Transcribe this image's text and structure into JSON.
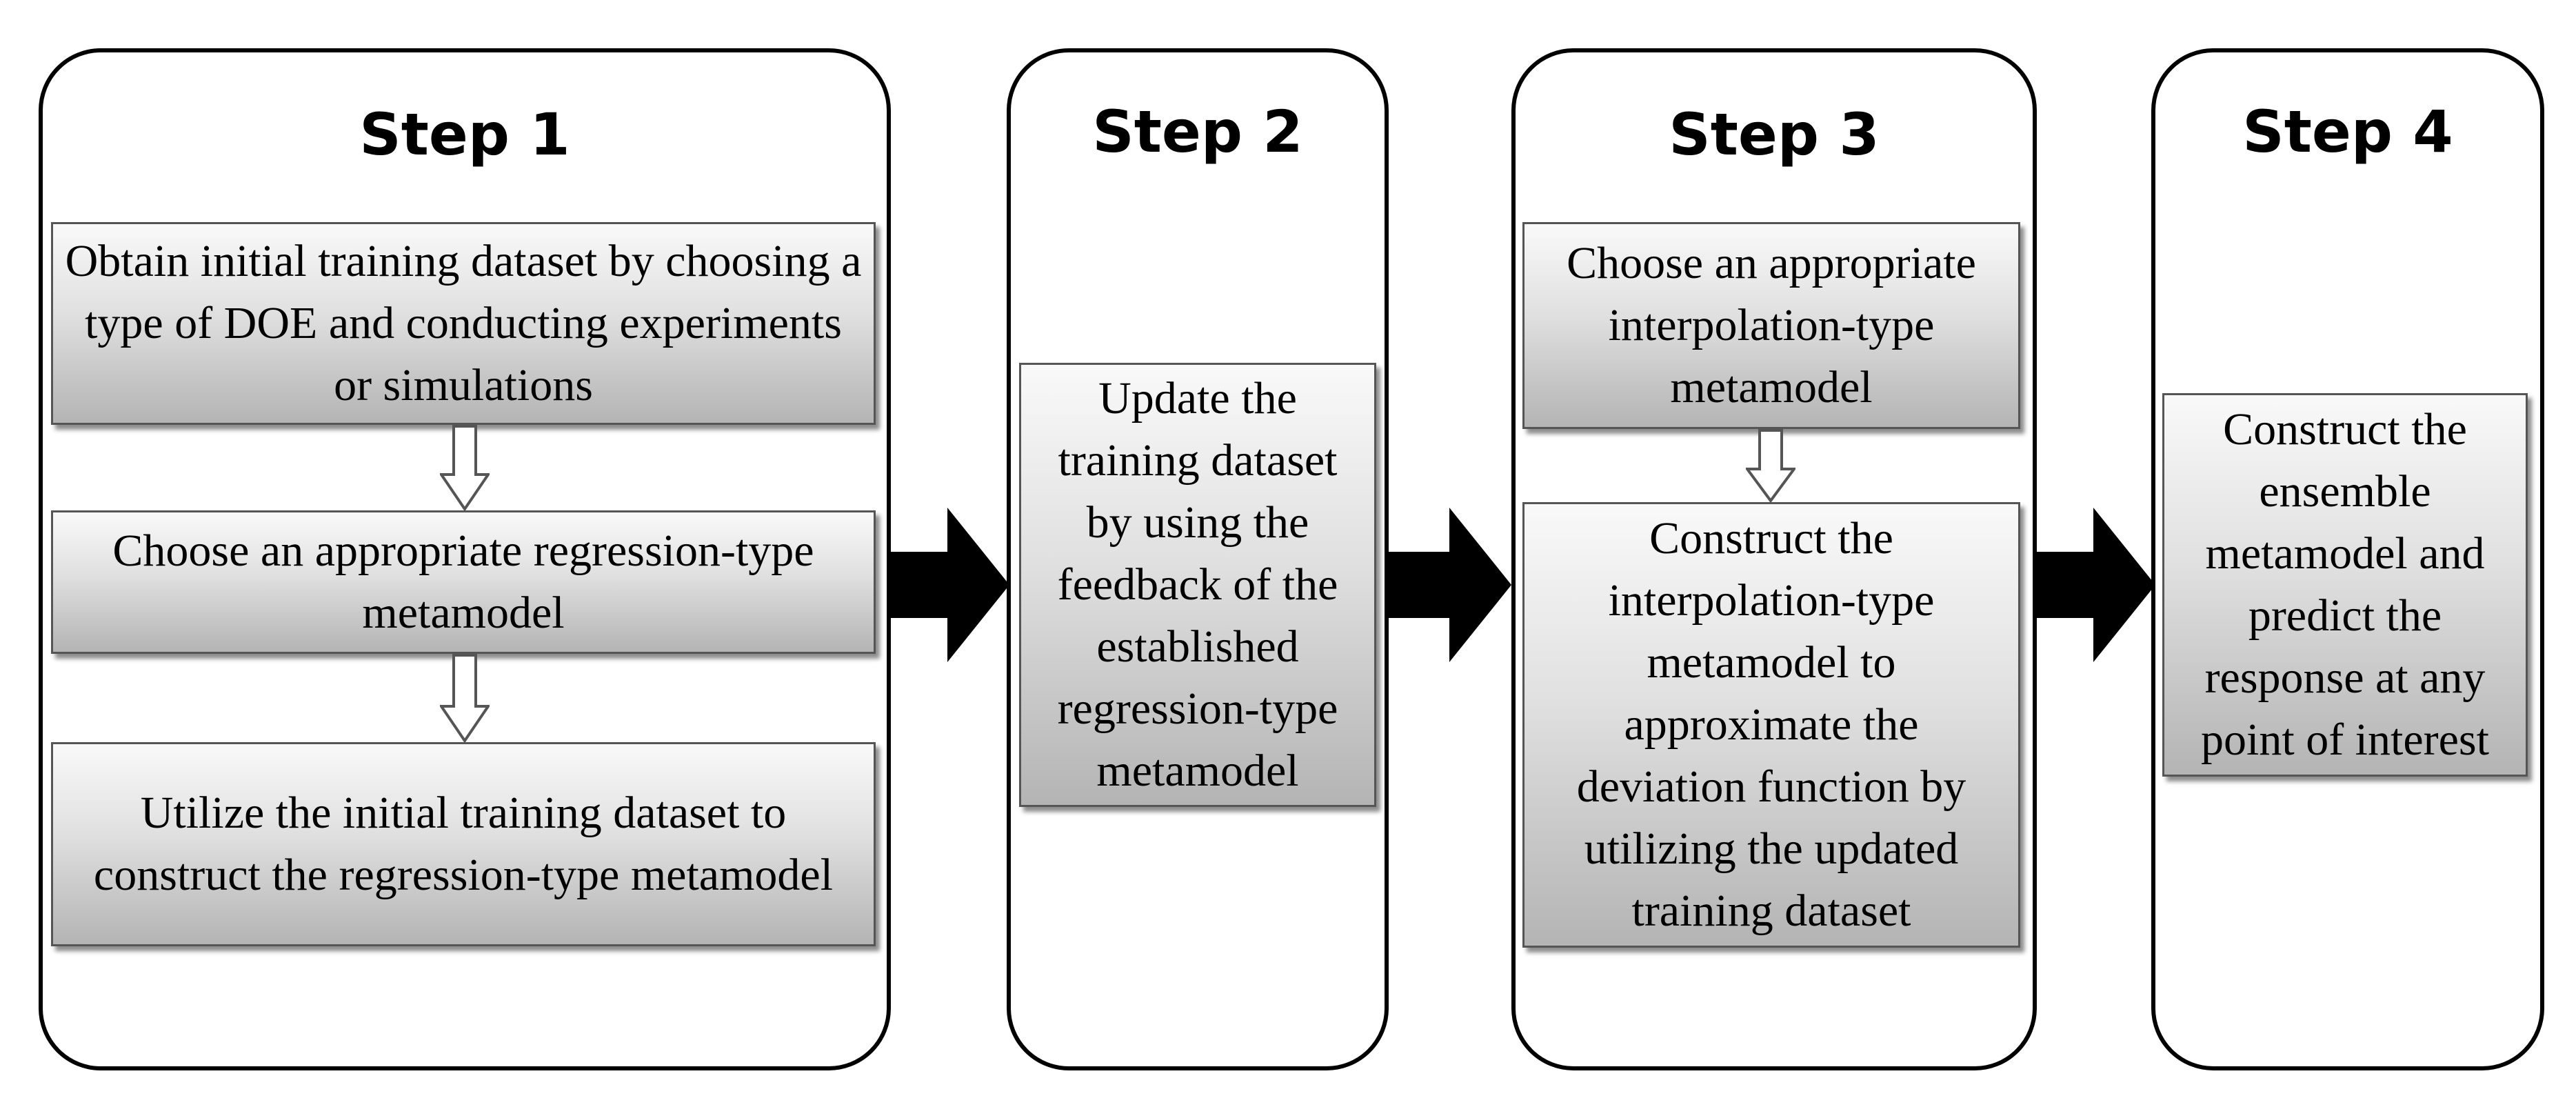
{
  "steps": [
    {
      "title": "Step 1",
      "boxes": [
        "Obtain initial training dataset by choosing a type of DOE and conducting experiments or simulations",
        "Choose an appropriate regression-type metamodel",
        "Utilize the initial training dataset to construct the regression-type metamodel"
      ]
    },
    {
      "title": "Step 2",
      "boxes": [
        "Update the training dataset by using the feedback of the established regression-type metamodel"
      ]
    },
    {
      "title": "Step 3",
      "boxes": [
        "Choose an appropriate interpolation-type metamodel",
        "Construct the interpolation-type metamodel  to approximate the deviation function by utilizing the updated training dataset"
      ]
    },
    {
      "title": "Step 4",
      "boxes": [
        "Construct the ensemble metamodel and predict the response at any point of interest"
      ]
    }
  ]
}
